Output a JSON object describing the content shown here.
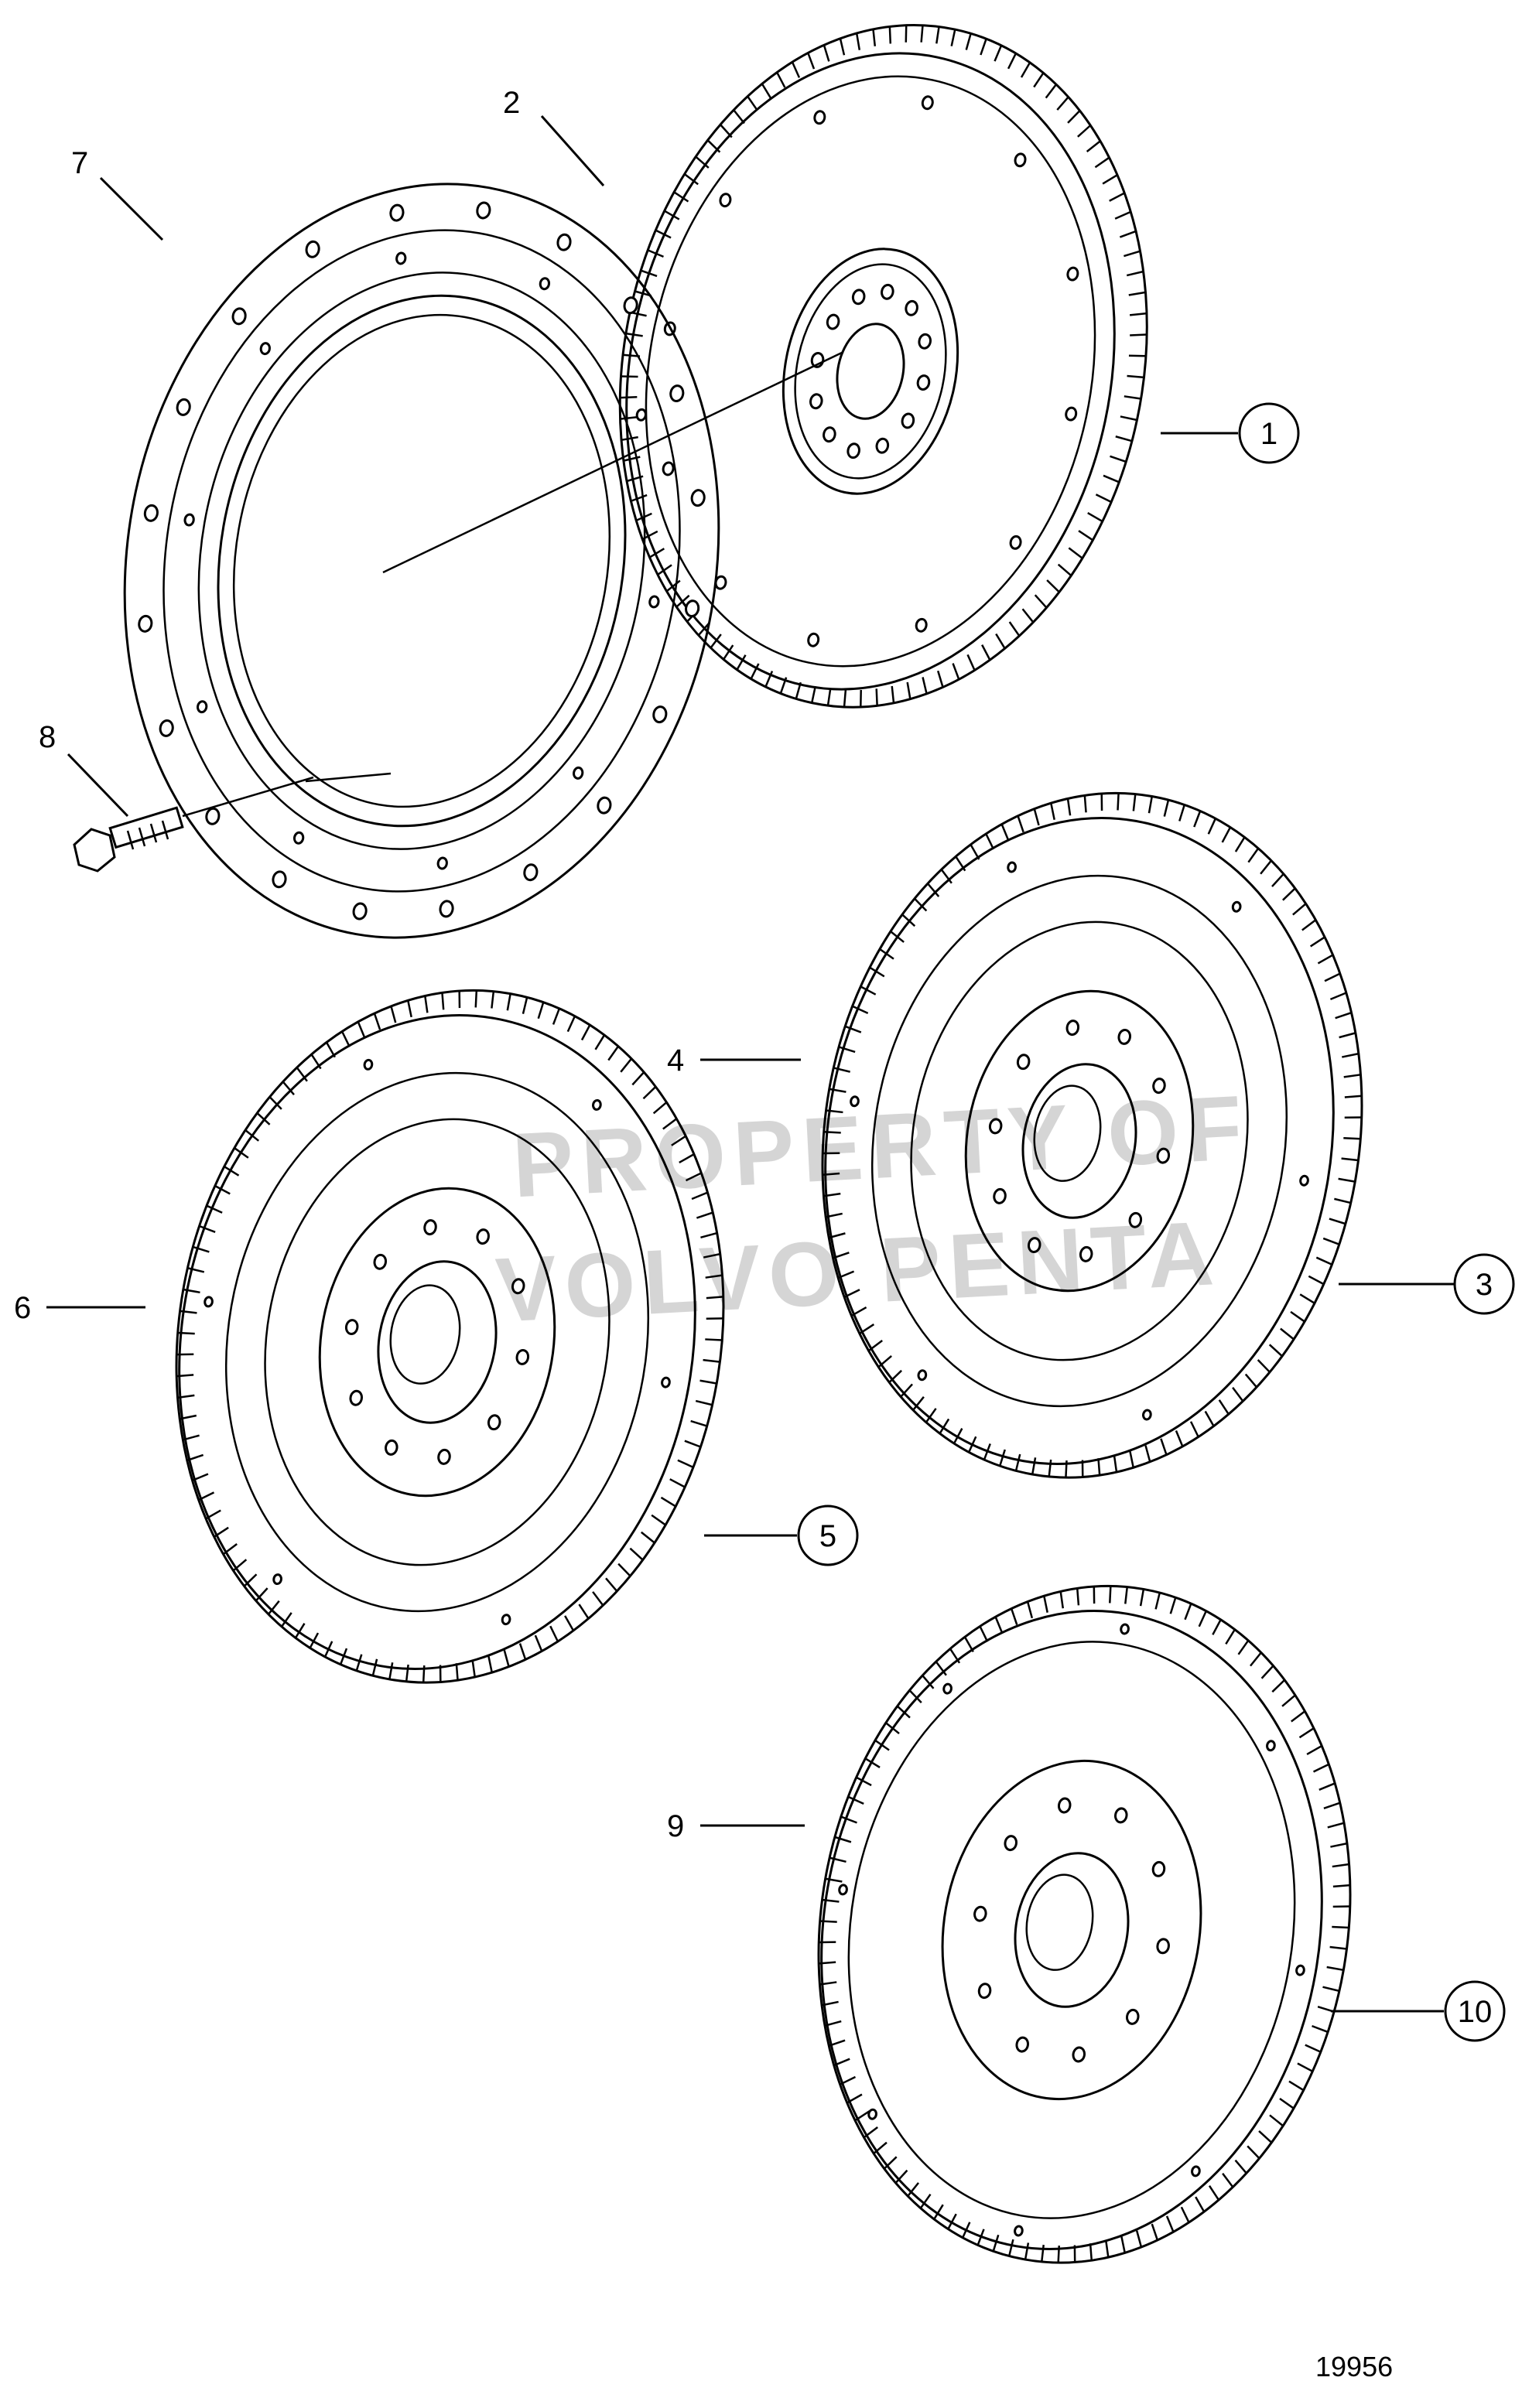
{
  "diagram": {
    "callouts": [
      {
        "id": "1",
        "text": "1",
        "circled": true
      },
      {
        "id": "2",
        "text": "2",
        "circled": false
      },
      {
        "id": "3",
        "text": "3",
        "circled": true
      },
      {
        "id": "4",
        "text": "4",
        "circled": false
      },
      {
        "id": "5",
        "text": "5",
        "circled": true
      },
      {
        "id": "6",
        "text": "6",
        "circled": false
      },
      {
        "id": "7",
        "text": "7",
        "circled": false
      },
      {
        "id": "8",
        "text": "8",
        "circled": false
      },
      {
        "id": "9",
        "text": "9",
        "circled": false
      },
      {
        "id": "10",
        "text": "10",
        "circled": true
      }
    ],
    "watermark": {
      "line1": "PROPERTY OF",
      "line2": "VOLVO PENTA"
    },
    "reference_number": "19956",
    "line_color": "#000000",
    "watermark_color": "#c8c8c8"
  }
}
